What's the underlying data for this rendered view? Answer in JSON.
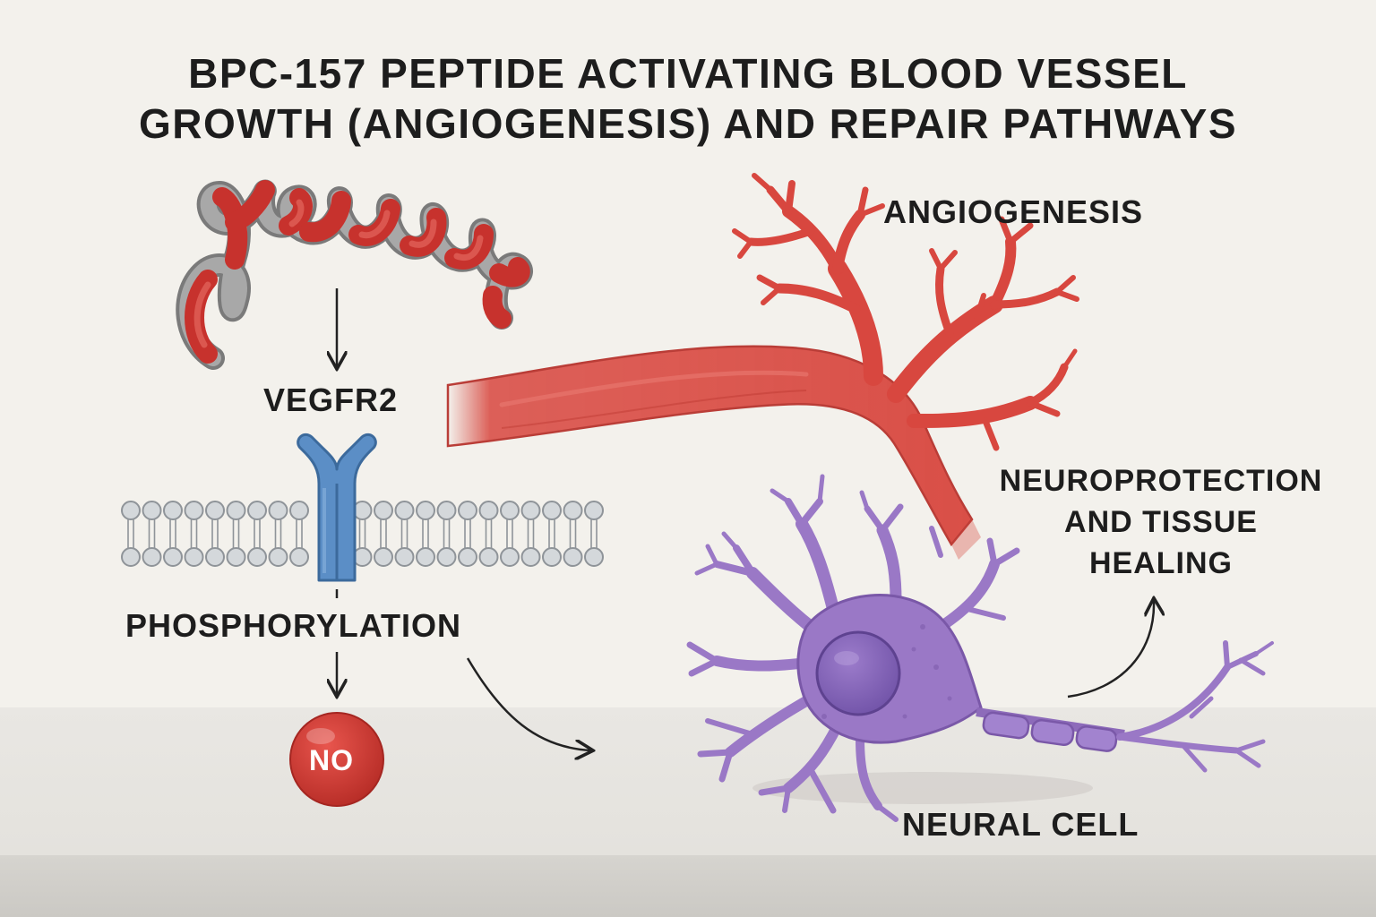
{
  "title": {
    "line1": "BPC-157 PEPTIDE ACTIVATING BLOOD VESSEL",
    "line2": "GROWTH (ANGIOGENESIS) AND REPAIR PATHWAYS"
  },
  "labels": {
    "receptor": "VEGFR2",
    "phosphorylation": "PHOSPHORYLATION",
    "no_molecule": "NO",
    "angiogenesis": "ANGIOGENESIS",
    "outcome_line1": "NEUROPROTECTION",
    "outcome_line2": "AND TISSUE",
    "outcome_line3": "HEALING",
    "neural_cell": "NEURAL CELL"
  },
  "colors": {
    "peptide": "#d9453e",
    "vessel": "#d8473f",
    "receptor": "#5b8ec6",
    "neuron": "#9a78c6",
    "no_molecule": "#d23a33",
    "membrane": "#cfd3d6"
  }
}
